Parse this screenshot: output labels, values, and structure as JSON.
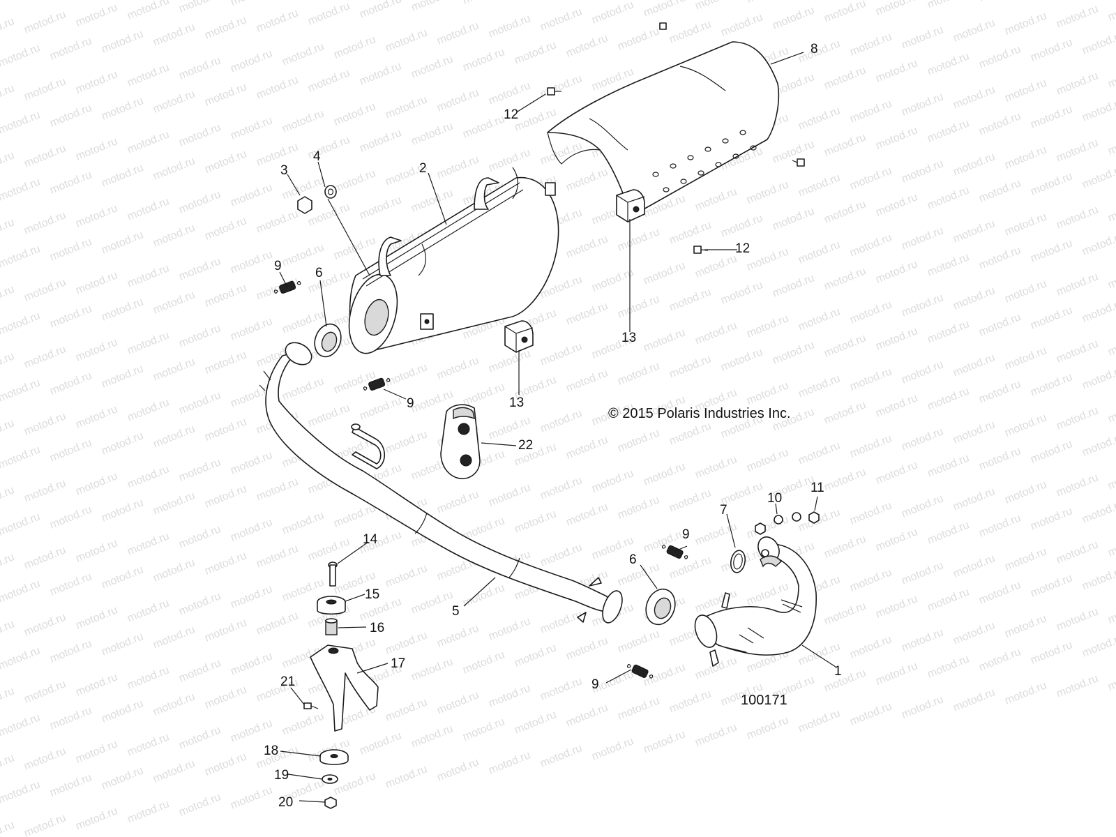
{
  "watermark": "motod.ru",
  "copyright": "© 2015 Polaris Industries Inc.",
  "figure_id": "100171",
  "callouts": {
    "c1": "1",
    "c2": "2",
    "c3": "3",
    "c4": "4",
    "c5": "5",
    "c6a": "6",
    "c6b": "6",
    "c7": "7",
    "c8": "8",
    "c9a": "9",
    "c9b": "9",
    "c9c": "9",
    "c9d": "9",
    "c10": "10",
    "c11": "11",
    "c12a": "12",
    "c12b": "12",
    "c13a": "13",
    "c13b": "13",
    "c14": "14",
    "c15": "15",
    "c16": "16",
    "c17": "17",
    "c18": "18",
    "c19": "19",
    "c20": "20",
    "c21": "21",
    "c22": "22"
  }
}
